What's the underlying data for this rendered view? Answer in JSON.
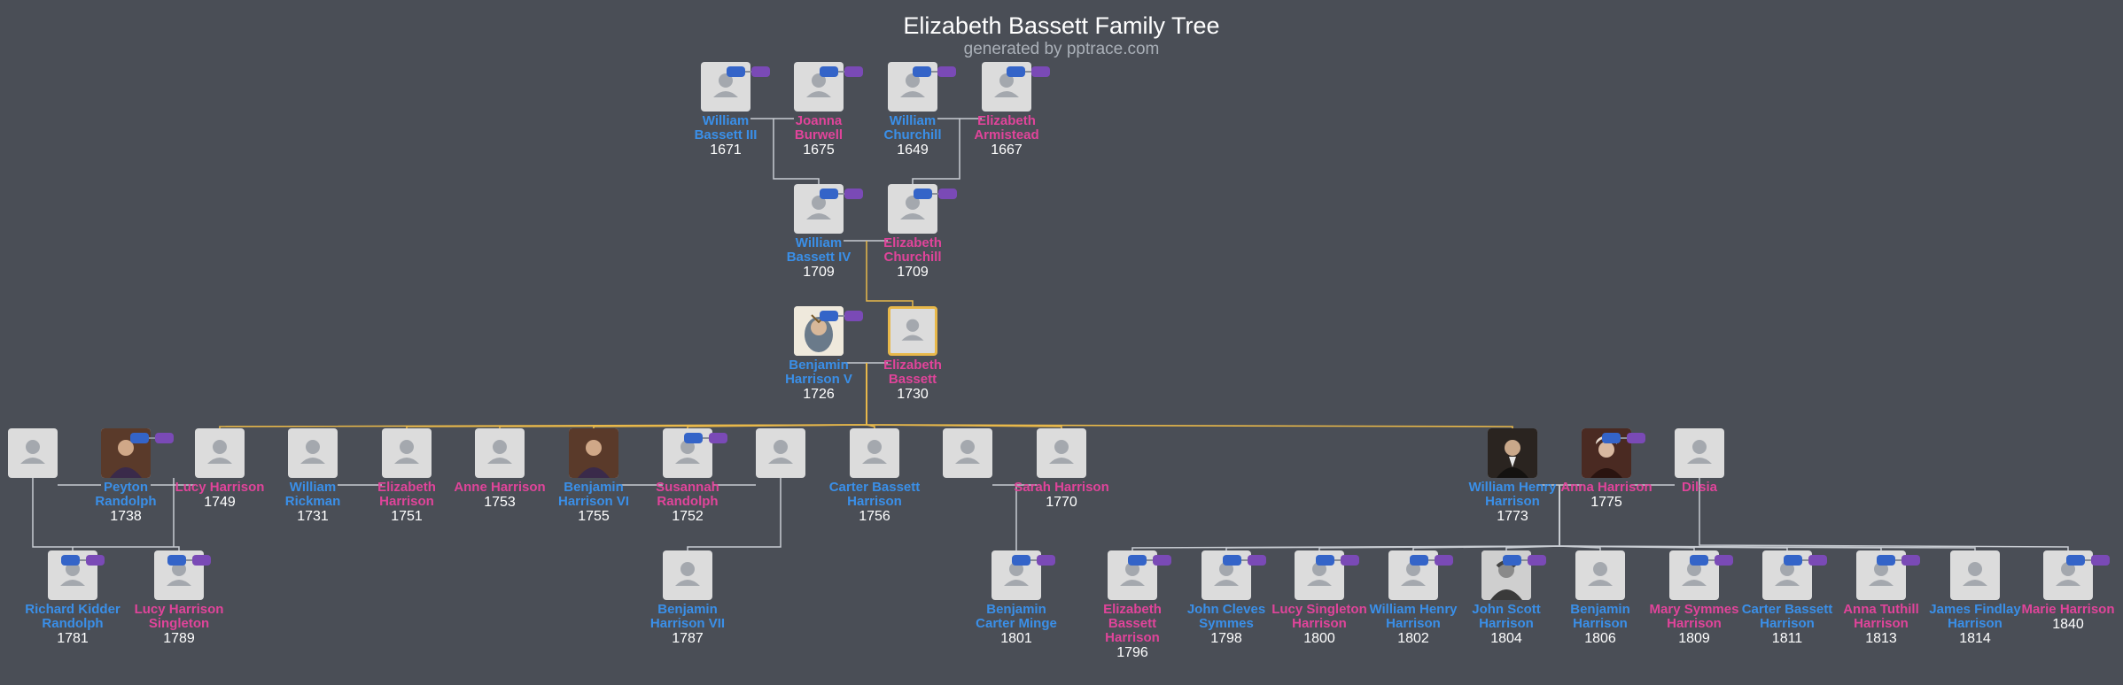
{
  "header": {
    "title": "Elizabeth Bassett Family Tree",
    "subtitle": "generated by pptrace.com"
  },
  "colors": {
    "background": "#4a4e56",
    "male": "#3a8fe8",
    "female": "#e0449a",
    "highlight_line": "#e8b84a",
    "line": "#c8ccd2"
  },
  "people": [
    {
      "id": "p1",
      "name": "William Bassett III",
      "year": "1671",
      "gender": "male"
    },
    {
      "id": "p2",
      "name": "Joanna Burwell",
      "year": "1675",
      "gender": "female"
    },
    {
      "id": "p3",
      "name": "William Churchill",
      "year": "1649",
      "gender": "male"
    },
    {
      "id": "p4",
      "name": "Elizabeth Armistead",
      "year": "1667",
      "gender": "female"
    },
    {
      "id": "p5",
      "name": "William Bassett IV",
      "year": "1709",
      "gender": "male"
    },
    {
      "id": "p6",
      "name": "Elizabeth Churchill",
      "year": "1709",
      "gender": "female"
    },
    {
      "id": "p7",
      "name": "Benjamin Harrison V",
      "year": "1726",
      "gender": "male",
      "portrait": true
    },
    {
      "id": "p8",
      "name": "Elizabeth Bassett",
      "year": "1730",
      "gender": "female",
      "selected": true
    },
    {
      "id": "p9",
      "name": "",
      "year": "",
      "gender": "unknown"
    },
    {
      "id": "p10",
      "name": "Peyton Randolph",
      "year": "1738",
      "gender": "male",
      "portrait": true
    },
    {
      "id": "p11",
      "name": "Lucy Harrison",
      "year": "1749",
      "gender": "female"
    },
    {
      "id": "p12",
      "name": "William Rickman",
      "year": "1731",
      "gender": "male"
    },
    {
      "id": "p13",
      "name": "Elizabeth Harrison",
      "year": "1751",
      "gender": "female"
    },
    {
      "id": "p14",
      "name": "Anne Harrison",
      "year": "1753",
      "gender": "female"
    },
    {
      "id": "p15",
      "name": "Benjamin Harrison VI",
      "year": "1755",
      "gender": "male",
      "portrait": true
    },
    {
      "id": "p16",
      "name": "Susannah Randolph",
      "year": "1752",
      "gender": "female"
    },
    {
      "id": "p17",
      "name": "",
      "year": "",
      "gender": "unknown"
    },
    {
      "id": "p18",
      "name": "Carter Bassett Harrison",
      "year": "1756",
      "gender": "male"
    },
    {
      "id": "p19",
      "name": "",
      "year": "",
      "gender": "unknown"
    },
    {
      "id": "p20",
      "name": "Sarah Harrison",
      "year": "1770",
      "gender": "female"
    },
    {
      "id": "p21",
      "name": "William Henry Harrison",
      "year": "1773",
      "gender": "male",
      "portrait": true
    },
    {
      "id": "p22",
      "name": "Anna Harrison",
      "year": "1775",
      "gender": "female",
      "portrait": true
    },
    {
      "id": "p23",
      "name": "Dilsia",
      "year": "",
      "gender": "female"
    },
    {
      "id": "p24",
      "name": "Richard Kidder Randolph",
      "year": "1781",
      "gender": "male"
    },
    {
      "id": "p25",
      "name": "Lucy Harrison Singleton",
      "year": "1789",
      "gender": "female"
    },
    {
      "id": "p26",
      "name": "Benjamin Harrison VII",
      "year": "1787",
      "gender": "male"
    },
    {
      "id": "p27",
      "name": "Benjamin Carter Minge",
      "year": "1801",
      "gender": "male"
    },
    {
      "id": "p28",
      "name": "Elizabeth Bassett Harrison",
      "year": "1796",
      "gender": "female"
    },
    {
      "id": "p29",
      "name": "John Cleves Symmes",
      "year": "1798",
      "gender": "male"
    },
    {
      "id": "p30",
      "name": "Lucy Singleton Harrison",
      "year": "1800",
      "gender": "female"
    },
    {
      "id": "p31",
      "name": "William Henry Harrison",
      "year": "1802",
      "gender": "male"
    },
    {
      "id": "p32",
      "name": "John Scott Harrison",
      "year": "1804",
      "gender": "male",
      "portrait": true
    },
    {
      "id": "p33",
      "name": "Benjamin Harrison",
      "year": "1806",
      "gender": "male"
    },
    {
      "id": "p34",
      "name": "Mary Symmes Harrison",
      "year": "1809",
      "gender": "female"
    },
    {
      "id": "p35",
      "name": "Carter Bassett Harrison",
      "year": "1811",
      "gender": "male"
    },
    {
      "id": "p36",
      "name": "Anna Tuthill Harrison",
      "year": "1813",
      "gender": "female"
    },
    {
      "id": "p37",
      "name": "James Findlay Harrison",
      "year": "1814",
      "gender": "male"
    },
    {
      "id": "p38",
      "name": "Marie Harrison",
      "year": "1840",
      "gender": "female"
    }
  ]
}
